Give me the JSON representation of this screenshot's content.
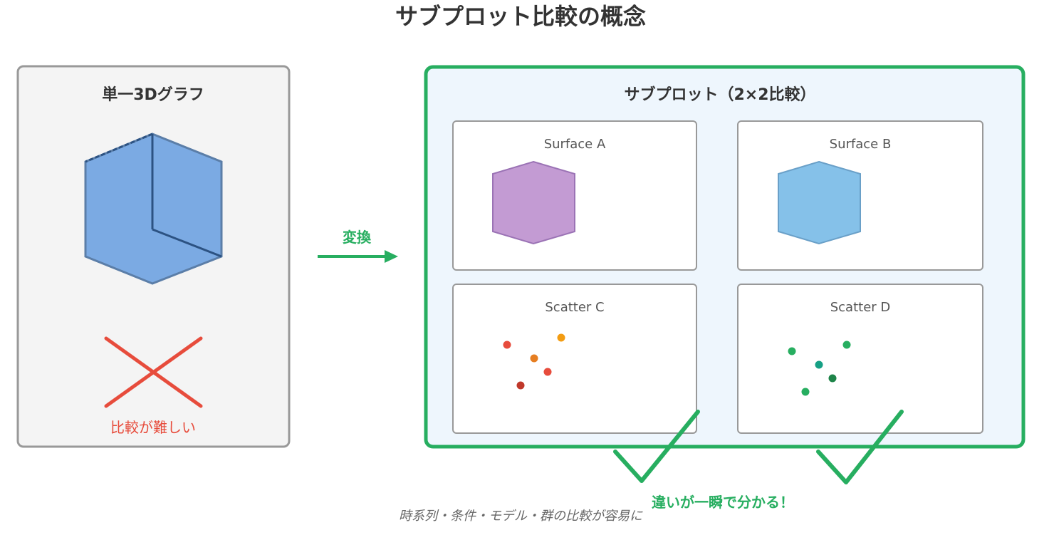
{
  "title": "サブプロット比較の概念",
  "left_panel": {
    "title": "単一3Dグラフ",
    "caption": "比較が難しい"
  },
  "arrow": {
    "label": "変換"
  },
  "right_panel": {
    "title": "サブプロット（2×2比較）",
    "subplots": [
      {
        "label": "Surface A",
        "kind": "surface"
      },
      {
        "label": "Surface B",
        "kind": "surface"
      },
      {
        "label": "Scatter C",
        "kind": "scatter"
      },
      {
        "label": "Scatter D",
        "kind": "scatter"
      }
    ]
  },
  "benefit_text": "違いが一瞬で分かる！",
  "footer_note": "時系列・条件・モデル・群の比較が容易に",
  "colors": {
    "success_green": "#27ae60",
    "error_red": "#e74c3c",
    "cube_blue": "#6a9fe0",
    "hex_purple": "#c39bd3",
    "hex_blue": "#85c1e9",
    "scatter_c": [
      "#e74c3c",
      "#f39c12",
      "#e67e22",
      "#e74c3c",
      "#c0392b"
    ],
    "scatter_d": [
      "#27ae60",
      "#27ae60",
      "#16a085",
      "#1e8449",
      "#27ae60"
    ]
  }
}
